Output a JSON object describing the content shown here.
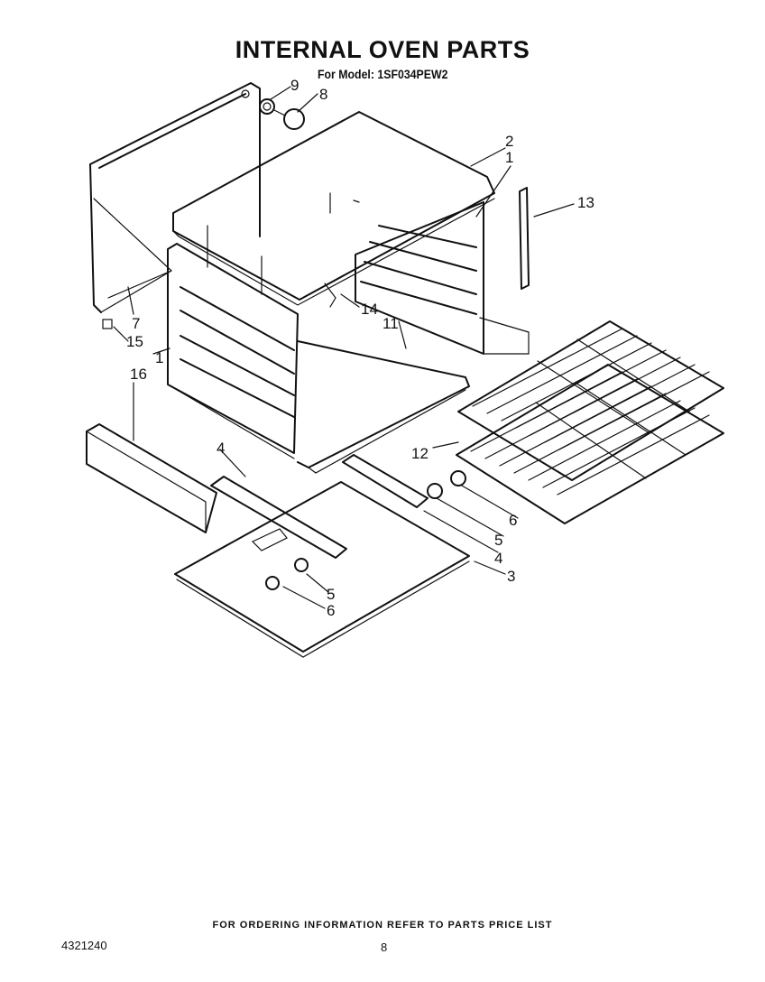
{
  "header": {
    "title": "INTERNAL OVEN PARTS",
    "subtitle": "For Model: 1SF034PEW2"
  },
  "part_labels": [
    "9",
    "8",
    "2",
    "1",
    "13",
    "7",
    "15",
    "1",
    "16",
    "14",
    "11",
    "12",
    "4",
    "6",
    "5",
    "4",
    "3",
    "5",
    "6"
  ],
  "footer": {
    "ordering_note": "FOR ORDERING INFORMATION REFER TO PARTS PRICE LIST",
    "document_number": "4321240",
    "page_number": "8"
  }
}
